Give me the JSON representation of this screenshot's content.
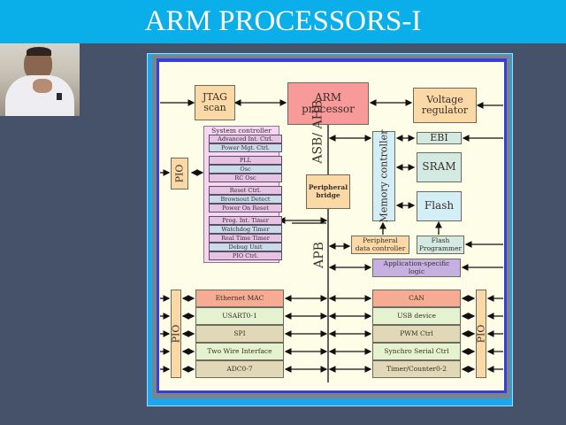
{
  "slide": {
    "title": "ARM PROCESSORS-I",
    "colors": {
      "title_bar": "#0aaee8",
      "background": "#46526a",
      "diagram_bg": "#fefde8"
    }
  },
  "webcam": {
    "description": "presenter video thumbnail"
  },
  "diagram": {
    "top_blocks": {
      "jtag": [
        "JTAG",
        "scan"
      ],
      "arm": [
        "ARM",
        "processor"
      ],
      "voltage": [
        "Voltage",
        "regulator"
      ]
    },
    "system_controller": {
      "title": "System controller",
      "groups": [
        [
          "Advanced Int. Ctrl.",
          "Power Mgt. Ctrl."
        ],
        [
          "PLL",
          "Osc",
          "RC Osc"
        ],
        [
          "Reset Ctrl.",
          "Brownout Detect",
          "Power On Reset"
        ],
        [
          "Prog. Int. Timer",
          "Watchdog Timer",
          "Real Time Timer",
          "Debug Unit",
          "PIO Ctrl."
        ]
      ]
    },
    "pio_label": "PIO",
    "bus_labels": {
      "asb_ahb": "ASB/ AHB",
      "apb": "APB"
    },
    "peripheral_bridge": [
      "Peripheral",
      "bridge"
    ],
    "memory_controller": "Memory controller",
    "memory_blocks": {
      "ebi": "EBI",
      "sram": "SRAM",
      "flash": "Flash"
    },
    "pdc": [
      "Peripheral",
      "data controller"
    ],
    "flash_programmer": [
      "Flash",
      "Programmer"
    ],
    "app_logic": [
      "Application-specific",
      "logic"
    ],
    "left_peripherals": [
      "Ethernet MAC",
      "USART0-1",
      "SPI",
      "Two Wire Interface",
      "ADC0-7"
    ],
    "right_peripherals": [
      "CAN",
      "USB device",
      "PWM Ctrl",
      "Synchro Serial Ctrl",
      "Timer/Counter0-2"
    ]
  }
}
